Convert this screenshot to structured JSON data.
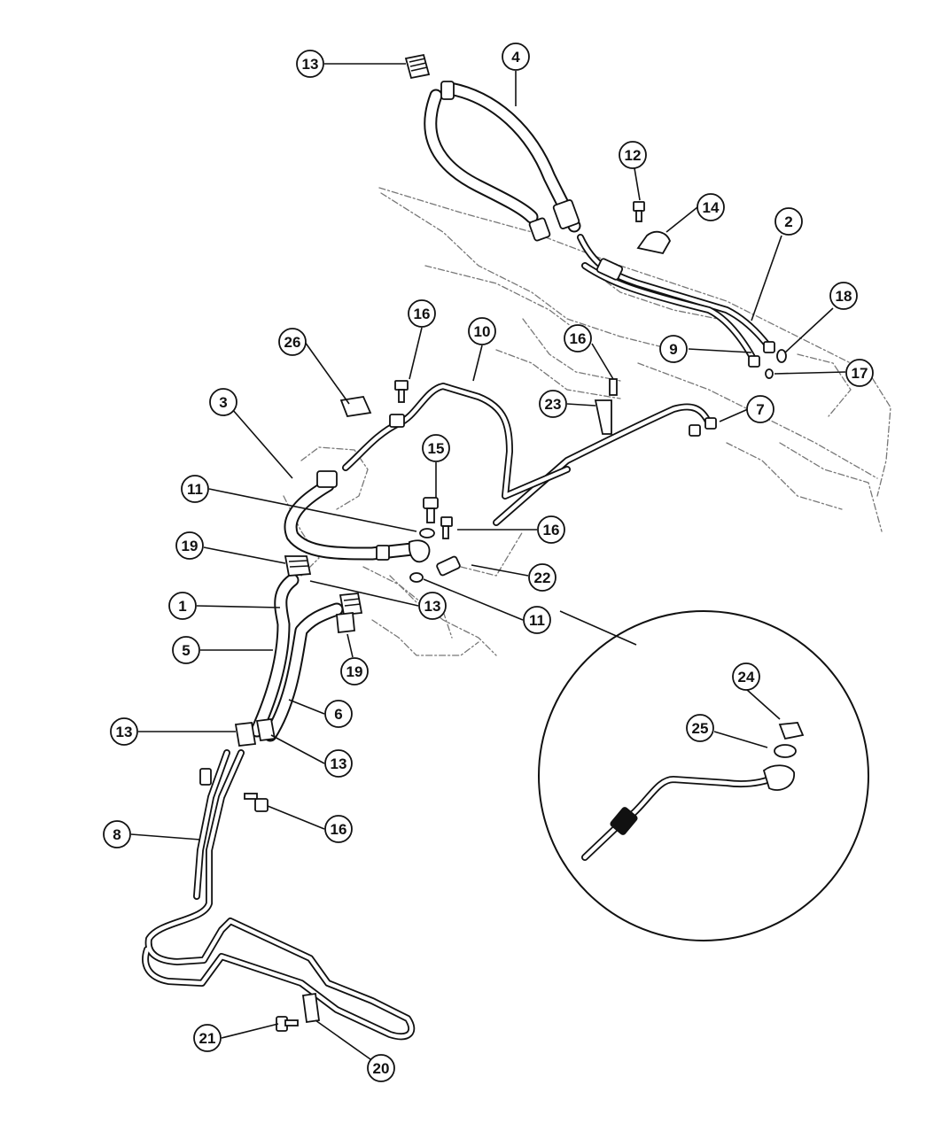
{
  "callouts": [
    {
      "id": "c-13-top",
      "label": "13"
    },
    {
      "id": "c-4",
      "label": "4"
    },
    {
      "id": "c-12",
      "label": "12"
    },
    {
      "id": "c-14",
      "label": "14"
    },
    {
      "id": "c-2",
      "label": "2"
    },
    {
      "id": "c-18",
      "label": "18"
    },
    {
      "id": "c-9",
      "label": "9"
    },
    {
      "id": "c-17",
      "label": "17"
    },
    {
      "id": "c-16-right",
      "label": "16"
    },
    {
      "id": "c-10",
      "label": "10"
    },
    {
      "id": "c-16-upper",
      "label": "16"
    },
    {
      "id": "c-26",
      "label": "26"
    },
    {
      "id": "c-3",
      "label": "3"
    },
    {
      "id": "c-23",
      "label": "23"
    },
    {
      "id": "c-7",
      "label": "7"
    },
    {
      "id": "c-15",
      "label": "15"
    },
    {
      "id": "c-11-left",
      "label": "11"
    },
    {
      "id": "c-16-mid",
      "label": "16"
    },
    {
      "id": "c-19-upper",
      "label": "19"
    },
    {
      "id": "c-22",
      "label": "22"
    },
    {
      "id": "c-1",
      "label": "1"
    },
    {
      "id": "c-13-mid",
      "label": "13"
    },
    {
      "id": "c-11-right",
      "label": "11"
    },
    {
      "id": "c-5",
      "label": "5"
    },
    {
      "id": "c-19-lower",
      "label": "19"
    },
    {
      "id": "c-6",
      "label": "6"
    },
    {
      "id": "c-24",
      "label": "24"
    },
    {
      "id": "c-25",
      "label": "25"
    },
    {
      "id": "c-13-left",
      "label": "13"
    },
    {
      "id": "c-13-lower",
      "label": "13"
    },
    {
      "id": "c-8",
      "label": "8"
    },
    {
      "id": "c-16-lower",
      "label": "16"
    },
    {
      "id": "c-21",
      "label": "21"
    },
    {
      "id": "c-20",
      "label": "20"
    }
  ]
}
